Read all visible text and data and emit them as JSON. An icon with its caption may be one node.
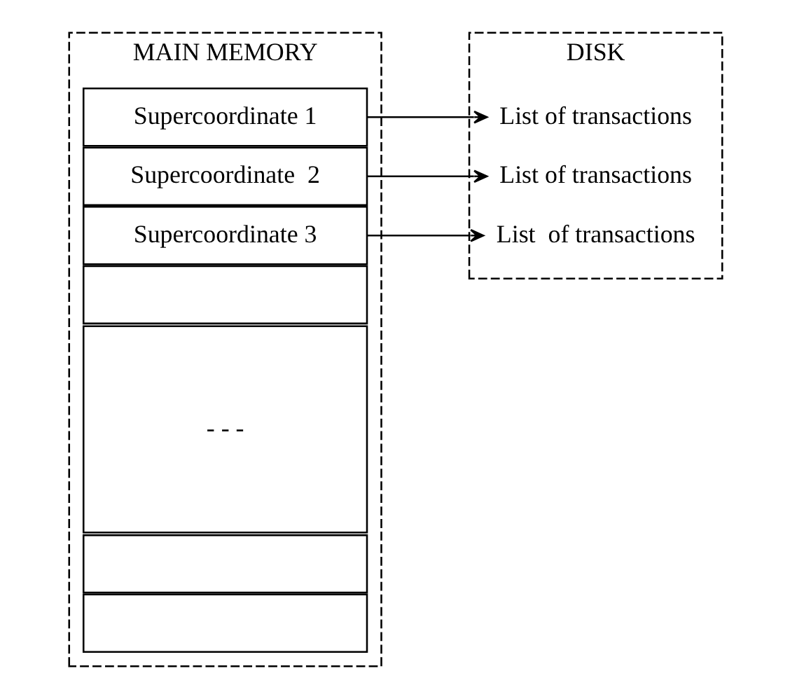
{
  "diagram": {
    "nodes": [
      {
        "text": [
          "MAIN MEMORY"
        ]
      },
      {
        "text": [
          "Supercoordinate 1"
        ],
        "in": 0
      },
      {
        "text": [
          "Supercoordinate  2"
        ],
        "in": 0
      },
      {
        "text": [
          "Supercoordinate 3"
        ],
        "in": 0
      },
      {
        "text": [],
        "shape": "box",
        "in": 0
      },
      {
        "text": [
          "- - -"
        ],
        "in": 0
      },
      {
        "text": [],
        "shape": "box",
        "in": 0
      },
      {
        "text": [],
        "shape": "box",
        "in": 0
      },
      {
        "text": [
          "DISK"
        ]
      },
      {
        "text": [
          "List of transactions"
        ],
        "in": 8
      },
      {
        "text": [
          "List of transactions"
        ],
        "in": 8
      },
      {
        "text": [
          "List  of transactions"
        ],
        "in": 8
      }
    ],
    "edges": [
      {
        "from": 1,
        "to": 9,
        "arrow": "to"
      },
      {
        "from": 2,
        "to": 10,
        "arrow": "to"
      },
      {
        "from": 3,
        "to": 11,
        "arrow": "to"
      }
    ]
  }
}
